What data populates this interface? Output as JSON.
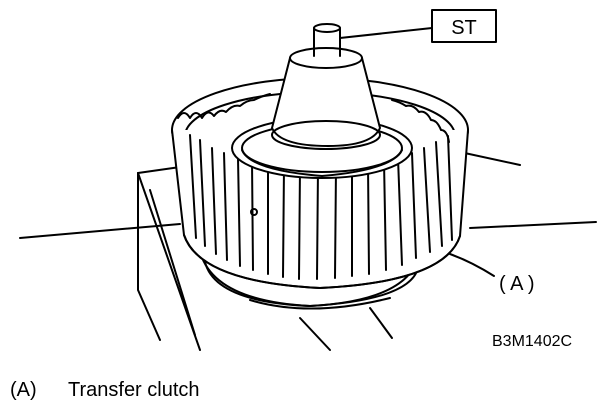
{
  "diagram": {
    "tool_label": "ST",
    "callout_label": "( A )",
    "figure_code": "B3M1402C"
  },
  "legend": [
    {
      "key": "(A)",
      "text": "Transfer clutch"
    }
  ],
  "colors": {
    "ink": "#000000",
    "paper": "#ffffff"
  }
}
